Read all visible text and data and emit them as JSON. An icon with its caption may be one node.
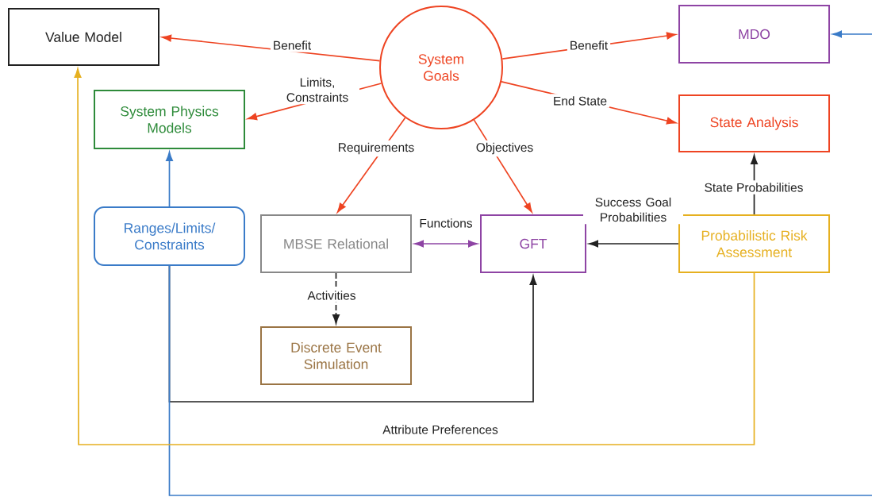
{
  "diagram": {
    "nodes": [
      {
        "text": [
          "Value Model"
        ]
      },
      {
        "text": [
          "System Goals"
        ]
      },
      {
        "text": [
          "MDO"
        ]
      },
      {
        "text": [
          "System Physics Models"
        ]
      },
      {
        "text": [
          "State Analysis"
        ]
      },
      {
        "text": [
          "Ranges/Limits/Constraints"
        ]
      },
      {
        "text": [
          "MBSE Relational"
        ]
      },
      {
        "text": [
          "GFT"
        ]
      },
      {
        "text": [
          "Probabilistic Risk Assessment"
        ]
      },
      {
        "text": [
          "Discrete Event Simulation"
        ]
      }
    ],
    "edges": [
      {
        "from": 1,
        "to": 0,
        "arrow": "to",
        "label": "Benefit"
      },
      {
        "from": 1,
        "to": 2,
        "arrow": "to",
        "label": "Benefit"
      },
      {
        "from": 1,
        "to": 3,
        "arrow": "to",
        "label": "Limits, Constraints"
      },
      {
        "from": 1,
        "to": 4,
        "arrow": "to",
        "label": "End State"
      },
      {
        "from": 1,
        "to": 6,
        "arrow": "to",
        "label": "Requirements"
      },
      {
        "from": 1,
        "to": 7,
        "arrow": "to",
        "label": "Objectives"
      },
      {
        "from": 6,
        "to": 7,
        "arrow": "both",
        "label": "Functions",
        "color": "#8e44a4"
      },
      {
        "from": 6,
        "to": 9,
        "arrow": "to",
        "label": "Activities",
        "style": "dashed",
        "color": "#222222"
      },
      {
        "from": 8,
        "to": 7,
        "arrow": "to",
        "label": "Success Goal Probabilities",
        "color": "#222222"
      },
      {
        "from": 8,
        "to": 4,
        "arrow": "to",
        "label": "State Probabilities",
        "color": "#222222"
      },
      {
        "from": 5,
        "to": 3,
        "arrow": "to",
        "color": "#3a7bc8"
      },
      {
        "from": 5,
        "to": 7,
        "arrow": "to",
        "color": "#222222"
      },
      {
        "from": 5,
        "to": 2,
        "arrow": "to",
        "color": "#3a7bc8"
      },
      {
        "from": 8,
        "to": 0,
        "arrow": "to",
        "label": "Attribute Preferences",
        "color": "#e6b020"
      }
    ]
  }
}
